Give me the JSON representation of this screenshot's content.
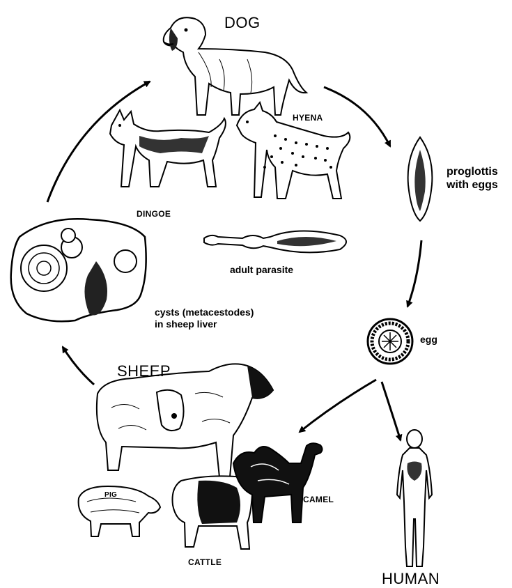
{
  "hosts": {
    "dog": "DOG",
    "hyena": "HYENA",
    "dingoe": "DINGOE",
    "sheep": "SHEEP",
    "pig": "PIG",
    "cattle": "CATTLE",
    "camel": "CAMEL",
    "human": "HUMAN"
  },
  "stages": {
    "proglottis_line1": "proglottis",
    "proglottis_line2": "with eggs",
    "adult": "adult parasite",
    "egg": "egg",
    "cysts_line1": "cysts (metacestodes)",
    "cysts_line2": "in sheep liver"
  },
  "colors": {
    "ink": "#000000",
    "paper": "#ffffff"
  }
}
